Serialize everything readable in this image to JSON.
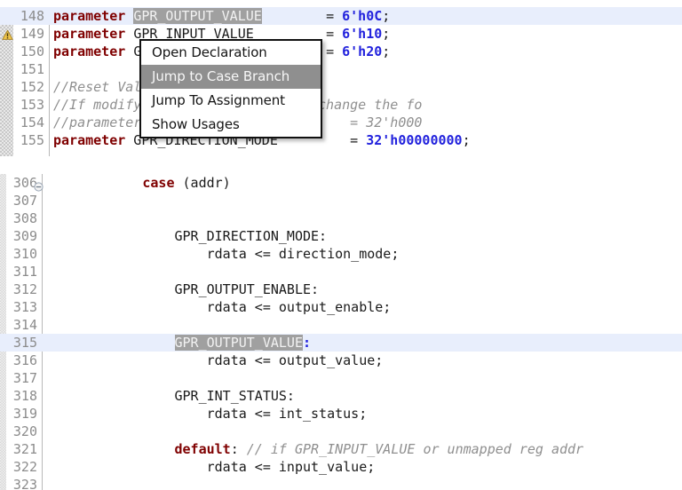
{
  "context_menu": {
    "name": "verilog-identifier-context-menu",
    "items": [
      {
        "label": "Open Declaration",
        "selected": false
      },
      {
        "label": "Jump to Case Branch",
        "selected": true
      },
      {
        "label": "Jump To Assignment",
        "selected": false
      },
      {
        "label": "Show Usages",
        "selected": false
      }
    ]
  },
  "colors": {
    "keyword": "#7f0000",
    "number": "#2222dd",
    "comment": "#8f8f8f",
    "occurrence_highlight_bg": "#a0a0a0",
    "current_line_bg": "#e8eefc",
    "menu_selected_bg": "#8f8f8f",
    "gutter_text": "#8c8c8c"
  },
  "editor_top": {
    "name": "parameter-declaration-block",
    "first_line": 148,
    "lines": [
      {
        "no": "148",
        "current": true,
        "marker": "",
        "tokens": [
          {
            "t": "parameter",
            "c": "kw"
          },
          {
            "t": " ",
            "c": "plain"
          },
          {
            "t": "GPR_OUTPUT_VALUE",
            "c": "occ"
          },
          {
            "t": "        ",
            "c": "plain"
          },
          {
            "t": "= ",
            "c": "plain"
          },
          {
            "t": "6'h0C",
            "c": "num"
          },
          {
            "t": ";",
            "c": "plain"
          }
        ]
      },
      {
        "no": "149",
        "current": false,
        "marker": "warning",
        "tokens": [
          {
            "t": "parameter",
            "c": "kw"
          },
          {
            "t": " ",
            "c": "plain"
          },
          {
            "t": "GPR_INPUT_VALUE",
            "c": "ident"
          },
          {
            "t": "         ",
            "c": "plain"
          },
          {
            "t": "= ",
            "c": "plain"
          },
          {
            "t": "6'h10",
            "c": "num"
          },
          {
            "t": ";",
            "c": "plain"
          }
        ]
      },
      {
        "no": "150",
        "current": false,
        "marker": "",
        "tokens": [
          {
            "t": "parameter",
            "c": "kw"
          },
          {
            "t": " ",
            "c": "plain"
          },
          {
            "t": "GPR_INT_STATUS",
            "c": "ident"
          },
          {
            "t": "          ",
            "c": "plain"
          },
          {
            "t": "= ",
            "c": "plain"
          },
          {
            "t": "6'h20",
            "c": "num"
          },
          {
            "t": ";",
            "c": "plain"
          }
        ]
      },
      {
        "no": "151",
        "current": false,
        "marker": "",
        "tokens": []
      },
      {
        "no": "152",
        "current": false,
        "marker": "",
        "tokens": [
          {
            "t": "//Reset Values",
            "c": "cmt"
          }
        ]
      },
      {
        "no": "153",
        "current": false,
        "marker": "",
        "tokens": [
          {
            "t": "//If modifying the reset values, change the fo",
            "c": "cmt"
          }
        ]
      },
      {
        "no": "154",
        "current": false,
        "marker": "",
        "tokens": [
          {
            "t": "//parameter GPR_DIRECTION_MODE       = 32'h000",
            "c": "cmt"
          }
        ]
      },
      {
        "no": "155",
        "current": false,
        "marker": "",
        "clipped": true,
        "tokens": [
          {
            "t": "parameter",
            "c": "kw"
          },
          {
            "t": " GPR_DIRECTION_MODE         = ",
            "c": "plain"
          },
          {
            "t": "32'h00000000",
            "c": "num"
          },
          {
            "t": ";",
            "c": "plain"
          }
        ]
      }
    ]
  },
  "editor_bottom": {
    "name": "case-statement-block",
    "first_line": 306,
    "lines": [
      {
        "no": "306",
        "current": false,
        "marker": "fold",
        "tokens": [
          {
            "t": "            ",
            "c": "plain"
          },
          {
            "t": "case",
            "c": "kw"
          },
          {
            "t": " (addr)",
            "c": "plain"
          }
        ]
      },
      {
        "no": "307",
        "current": false,
        "marker": "",
        "tokens": []
      },
      {
        "no": "308",
        "current": false,
        "marker": "",
        "tokens": []
      },
      {
        "no": "309",
        "current": false,
        "marker": "",
        "tokens": [
          {
            "t": "                ",
            "c": "plain"
          },
          {
            "t": "GPR_DIRECTION_MODE:",
            "c": "ident"
          }
        ]
      },
      {
        "no": "310",
        "current": false,
        "marker": "",
        "tokens": [
          {
            "t": "                    ",
            "c": "plain"
          },
          {
            "t": "rdata <= direction_mode;",
            "c": "ident"
          }
        ]
      },
      {
        "no": "311",
        "current": false,
        "marker": "",
        "tokens": []
      },
      {
        "no": "312",
        "current": false,
        "marker": "",
        "tokens": [
          {
            "t": "                ",
            "c": "plain"
          },
          {
            "t": "GPR_OUTPUT_ENABLE:",
            "c": "ident"
          }
        ]
      },
      {
        "no": "313",
        "current": false,
        "marker": "",
        "tokens": [
          {
            "t": "                    ",
            "c": "plain"
          },
          {
            "t": "rdata <= output_enable;",
            "c": "ident"
          }
        ]
      },
      {
        "no": "314",
        "current": false,
        "marker": "",
        "tokens": []
      },
      {
        "no": "315",
        "current": true,
        "marker": "",
        "tokens": [
          {
            "t": "                ",
            "c": "plain"
          },
          {
            "t": "GPR_OUTPUT_VALUE",
            "c": "occ"
          },
          {
            "t": ":",
            "c": "num"
          }
        ]
      },
      {
        "no": "316",
        "current": false,
        "marker": "",
        "tokens": [
          {
            "t": "                    ",
            "c": "plain"
          },
          {
            "t": "rdata <= output_value;",
            "c": "ident"
          }
        ]
      },
      {
        "no": "317",
        "current": false,
        "marker": "",
        "tokens": []
      },
      {
        "no": "318",
        "current": false,
        "marker": "",
        "tokens": [
          {
            "t": "                ",
            "c": "plain"
          },
          {
            "t": "GPR_INT_STATUS:",
            "c": "ident"
          }
        ]
      },
      {
        "no": "319",
        "current": false,
        "marker": "",
        "tokens": [
          {
            "t": "                    ",
            "c": "plain"
          },
          {
            "t": "rdata <= int_status;",
            "c": "ident"
          }
        ]
      },
      {
        "no": "320",
        "current": false,
        "marker": "",
        "tokens": []
      },
      {
        "no": "321",
        "current": false,
        "marker": "",
        "tokens": [
          {
            "t": "                ",
            "c": "plain"
          },
          {
            "t": "default",
            "c": "kw"
          },
          {
            "t": ": ",
            "c": "plain"
          },
          {
            "t": "// if GPR_INPUT_VALUE or unmapped reg addr",
            "c": "cmt"
          }
        ]
      },
      {
        "no": "322",
        "current": false,
        "marker": "",
        "tokens": [
          {
            "t": "                    ",
            "c": "plain"
          },
          {
            "t": "rdata <= input_value;",
            "c": "ident"
          }
        ]
      },
      {
        "no": "323",
        "current": false,
        "marker": "",
        "clipped": true,
        "tokens": []
      }
    ]
  }
}
